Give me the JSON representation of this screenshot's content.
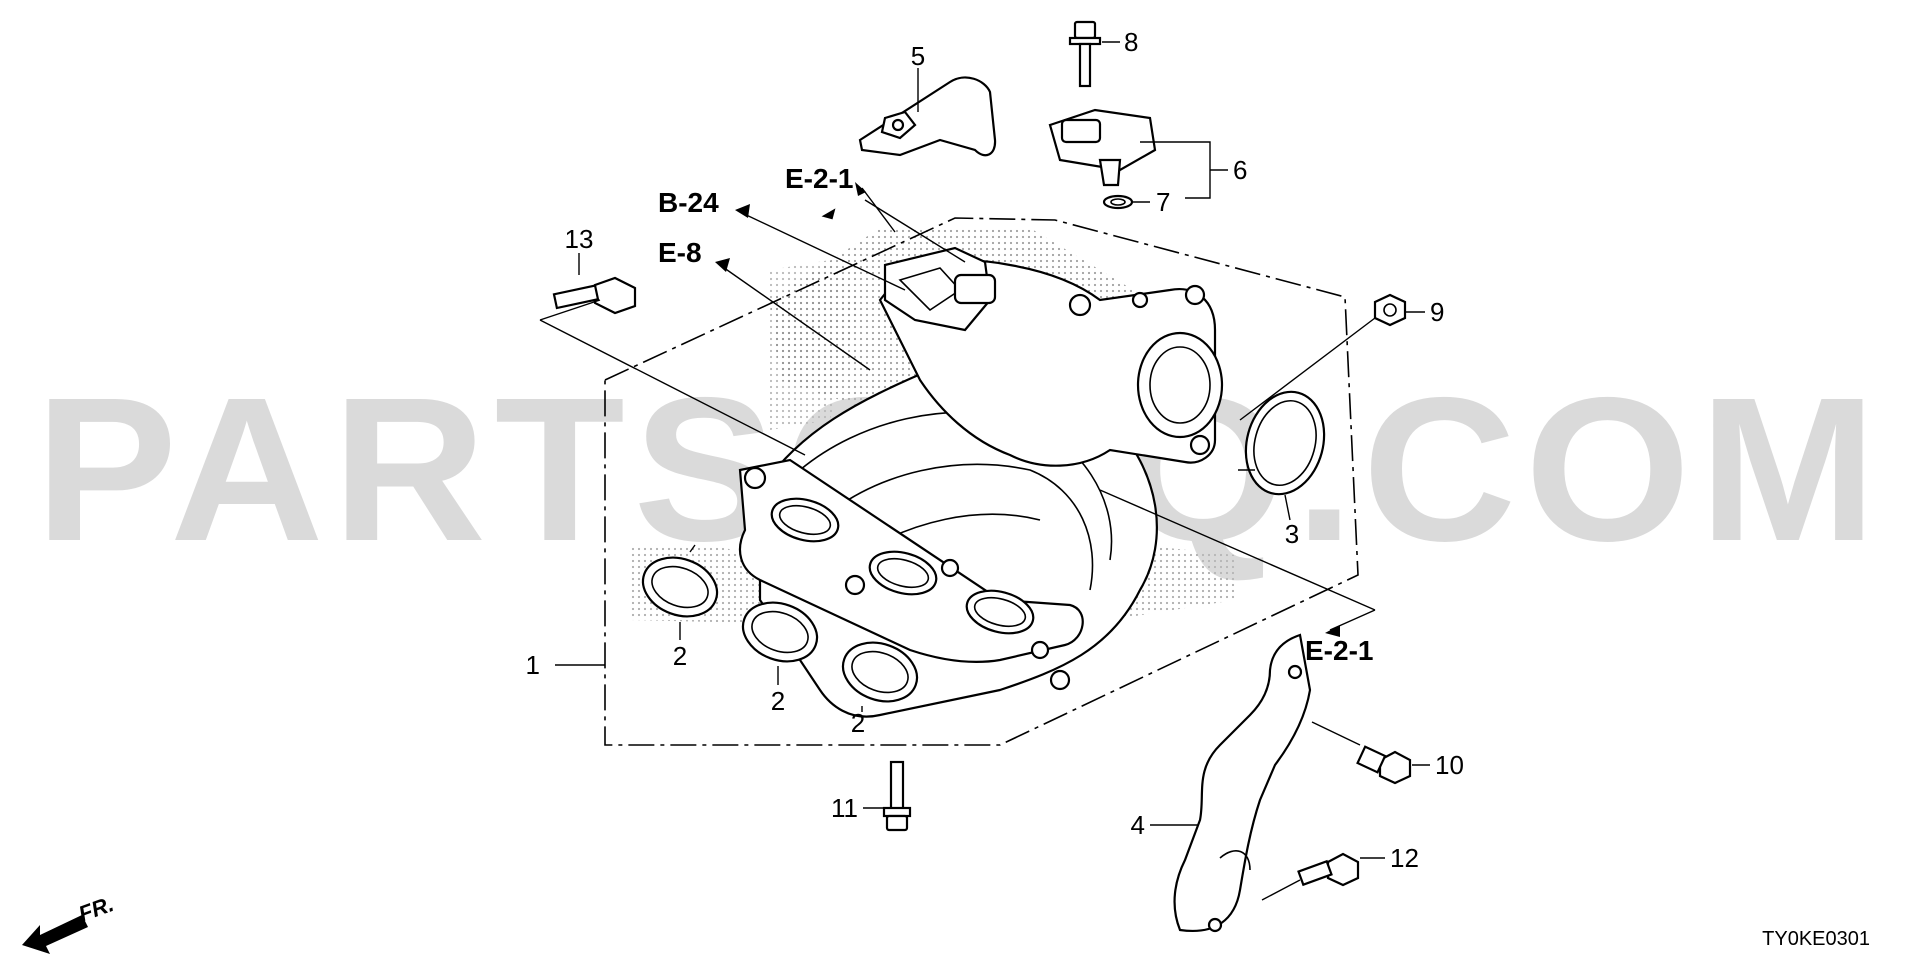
{
  "watermark": "PARTSOUQ.COM",
  "diagram_code": "TY0KE0301",
  "front_marker": "FR.",
  "callouts": {
    "c1": "1",
    "c2a": "2",
    "c2b": "2",
    "c2c": "2",
    "c3": "3",
    "c4": "4",
    "c5": "5",
    "c6": "6",
    "c7": "7",
    "c8": "8",
    "c9": "9",
    "c10": "10",
    "c11": "11",
    "c12": "12",
    "c13": "13"
  },
  "refs": {
    "e21_top": "E-2-1",
    "b24": "B-24",
    "e8": "E-8",
    "e21_bottom": "E-2-1"
  }
}
